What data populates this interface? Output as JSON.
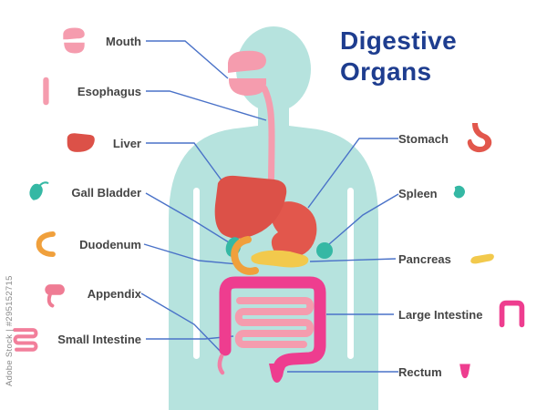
{
  "title": {
    "line1": "Digestive",
    "line2": "Organs"
  },
  "watermark": "Adobe Stock | #295152715",
  "left_labels": [
    "Mouth",
    "Esophagus",
    "Liver",
    "Gall Bladder",
    "Duodenum",
    "Appendix",
    "Small Intestine"
  ],
  "right_labels": [
    "Stomach",
    "Spleen",
    "Pancreas",
    "Large Intestine",
    "Rectum"
  ],
  "colors": {
    "body_silhouette": "#b6e3de",
    "title_navy": "#1e3d8f",
    "label_text": "#454545",
    "leader_line": "#4a72c8",
    "pink": "#f59cae",
    "liver_red": "#dc5148",
    "stomach_coral": "#e2574c",
    "teal": "#35b8a4",
    "pancreas_yellow": "#f2c94c",
    "duodenum_orange": "#f0a03c",
    "magenta": "#ee3d8f"
  }
}
